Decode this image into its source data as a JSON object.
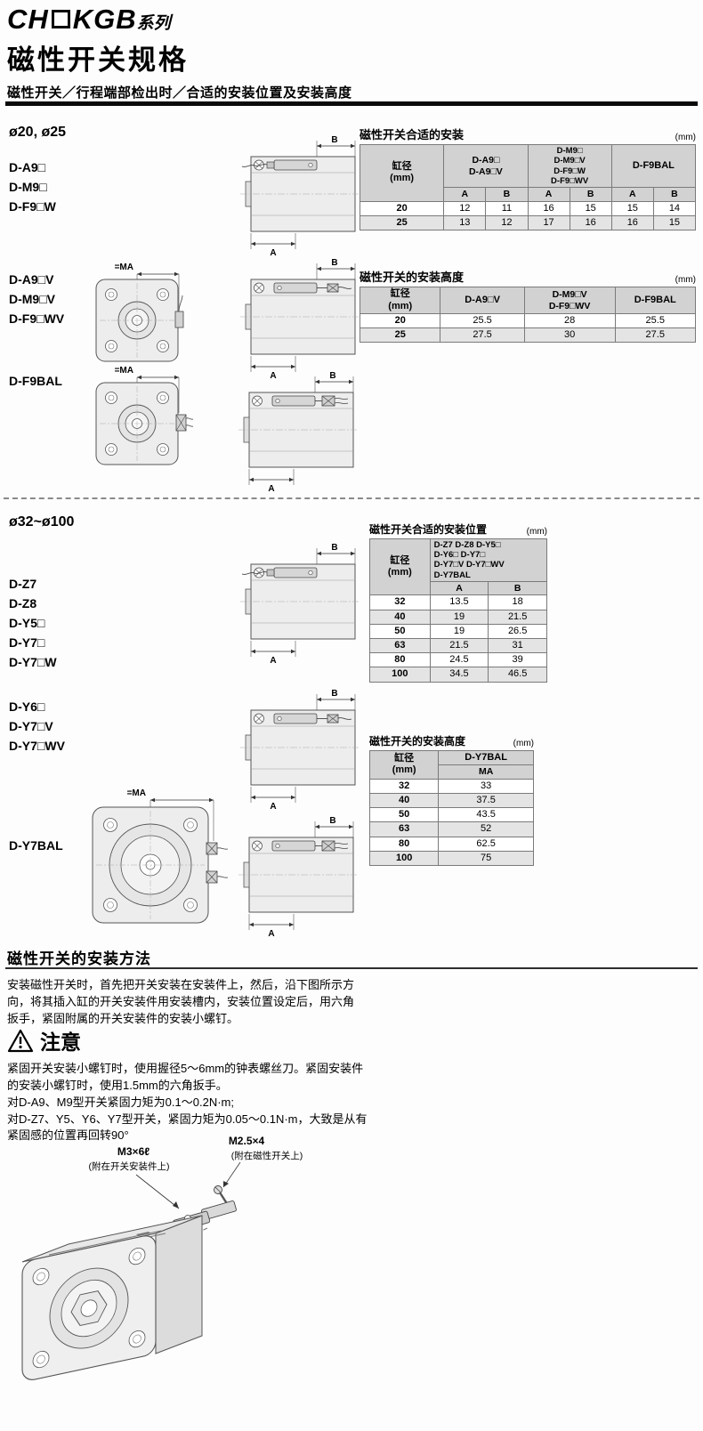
{
  "header": {
    "series_pre": "CH",
    "series_post": "KGB",
    "series_suffix": "系列",
    "title": "磁性开关规格",
    "subtitle": "磁性开关／行程端部检出时／合适的安装位置及安装高度"
  },
  "dims": {
    "A": "A",
    "B": "B",
    "MA": "=MA"
  },
  "s1": {
    "heading": "ø20, ø25",
    "labels1": [
      "D-A9□",
      "D-M9□",
      "D-F9□W"
    ],
    "labels2": [
      "D-A9□V",
      "D-M9□V",
      "D-F9□WV"
    ],
    "label3": "D-F9BAL",
    "t1": {
      "title": "磁性开关合适的安装",
      "unit": "(mm)",
      "bore_h": "缸径\n(mm)",
      "g1": "D-A9□\nD-A9□V",
      "g2": "D-M9□\nD-M9□V\nD-F9□W\nD-F9□WV",
      "g3": "D-F9BAL",
      "sub": [
        "A",
        "B",
        "A",
        "B",
        "A",
        "B"
      ],
      "rows": [
        {
          "bore": "20",
          "v": [
            "12",
            "11",
            "16",
            "15",
            "15",
            "14"
          ]
        },
        {
          "bore": "25",
          "v": [
            "13",
            "12",
            "17",
            "16",
            "16",
            "15"
          ]
        }
      ]
    },
    "t2": {
      "title": "磁性开关的安装高度",
      "unit": "(mm)",
      "bore_h": "缸径\n(mm)",
      "c1": "D-A9□V",
      "c2": "D-M9□V\nD-F9□WV",
      "c3": "D-F9BAL",
      "rows": [
        {
          "bore": "20",
          "v": [
            "25.5",
            "28",
            "25.5"
          ]
        },
        {
          "bore": "25",
          "v": [
            "27.5",
            "30",
            "27.5"
          ]
        }
      ]
    }
  },
  "s2": {
    "heading": "ø32~ø100",
    "labels1": [
      "D-Z7",
      "D-Z8",
      "D-Y5□",
      "D-Y7□",
      "D-Y7□W"
    ],
    "labels2": [
      "D-Y6□",
      "D-Y7□V",
      "D-Y7□WV"
    ],
    "label3": "D-Y7BAL",
    "t1": {
      "title": "磁性开关合适的安装位置",
      "unit": "(mm)",
      "bore_h": "缸径\n(mm)",
      "models": "D-Z7  D-Z8  D-Y5□\nD-Y6□  D-Y7□\nD-Y7□V  D-Y7□WV\nD-Y7BAL",
      "sub": [
        "A",
        "B"
      ],
      "rows": [
        {
          "bore": "32",
          "v": [
            "13.5",
            "18"
          ]
        },
        {
          "bore": "40",
          "v": [
            "19",
            "21.5"
          ]
        },
        {
          "bore": "50",
          "v": [
            "19",
            "26.5"
          ]
        },
        {
          "bore": "63",
          "v": [
            "21.5",
            "31"
          ]
        },
        {
          "bore": "80",
          "v": [
            "24.5",
            "39"
          ]
        },
        {
          "bore": "100",
          "v": [
            "34.5",
            "46.5"
          ]
        }
      ]
    },
    "t2": {
      "title": "磁性开关的安装高度",
      "unit": "(mm)",
      "bore_h": "缸径\n(mm)",
      "c1": "D-Y7BAL",
      "sub": "MA",
      "rows": [
        {
          "bore": "32",
          "v": "33"
        },
        {
          "bore": "40",
          "v": "37.5"
        },
        {
          "bore": "50",
          "v": "43.5"
        },
        {
          "bore": "63",
          "v": "52"
        },
        {
          "bore": "80",
          "v": "62.5"
        },
        {
          "bore": "100",
          "v": "75"
        }
      ]
    }
  },
  "mount": {
    "heading": "磁性开关的安装方法",
    "body": "安装磁性开关时，首先把开关安装在安装件上，然后，沿下图所示方向，将其插入缸的开关安装件用安装槽内，安装位置设定后，用六角扳手，紧固附属的开关安装件的安装小螺钉。",
    "caution_title": "注意",
    "caution_body": "紧固开关安装小螺钉时，使用握径5～6mm的钟表螺丝刀。紧固安装件的安装小螺钉时，使用1.5mm的六角扳手。\n对D-A9、M9型开关紧固力矩为0.1～0.2N·m;\n对D-Z7、Y5、Y6、Y7型开关，紧固力矩为0.05～0.1N·m，大致是从有紧固感的位置再回转90°",
    "label_m3": "M3×6ℓ",
    "label_m3_note": "(附在开关安装件上)",
    "label_m25": "M2.5×4",
    "label_m25_note": "(附在磁性开关上)"
  }
}
